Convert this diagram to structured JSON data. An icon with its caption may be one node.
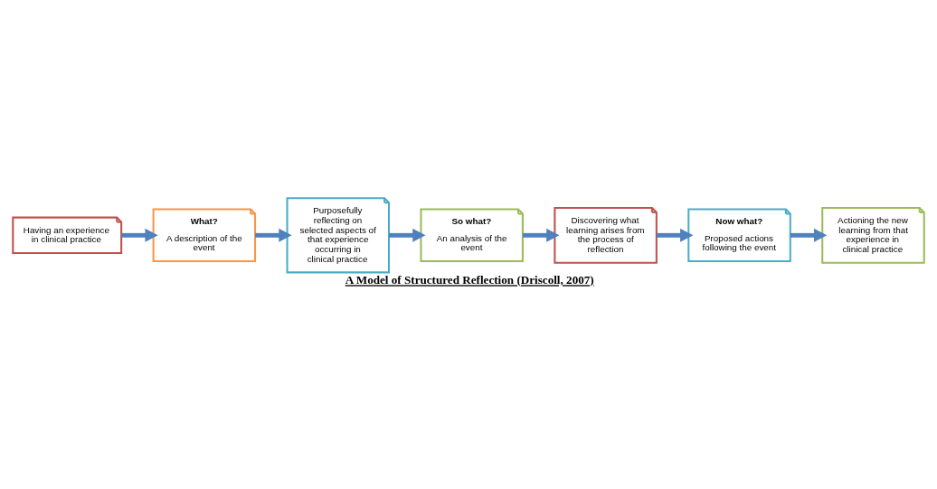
{
  "diagram": {
    "title": "A Model of Structured Reflection (Driscoll, 2007)",
    "nodes": [
      {
        "text": [
          "Having an experience in clinical practice"
        ]
      },
      {
        "text": [
          "What?",
          "A description of the event"
        ]
      },
      {
        "text": [
          "Purposefully reflecting on selected aspects of that experience occurring in clinical practice"
        ]
      },
      {
        "text": [
          "So what?",
          "An analysis of the event"
        ]
      },
      {
        "text": [
          "Discovering what learning arises from the process of reflection"
        ]
      },
      {
        "text": [
          "Now what?",
          "Proposed actions following the event"
        ]
      },
      {
        "text": [
          "Actioning the new learning from that experience in clinical practice"
        ]
      }
    ],
    "edges": [
      {
        "from": 0,
        "to": 1,
        "arrow": "to"
      },
      {
        "from": 1,
        "to": 2,
        "arrow": "to"
      },
      {
        "from": 2,
        "to": 3,
        "arrow": "to"
      },
      {
        "from": 3,
        "to": 4,
        "arrow": "to"
      },
      {
        "from": 4,
        "to": 5,
        "arrow": "to"
      },
      {
        "from": 5,
        "to": 6,
        "arrow": "to"
      }
    ]
  }
}
